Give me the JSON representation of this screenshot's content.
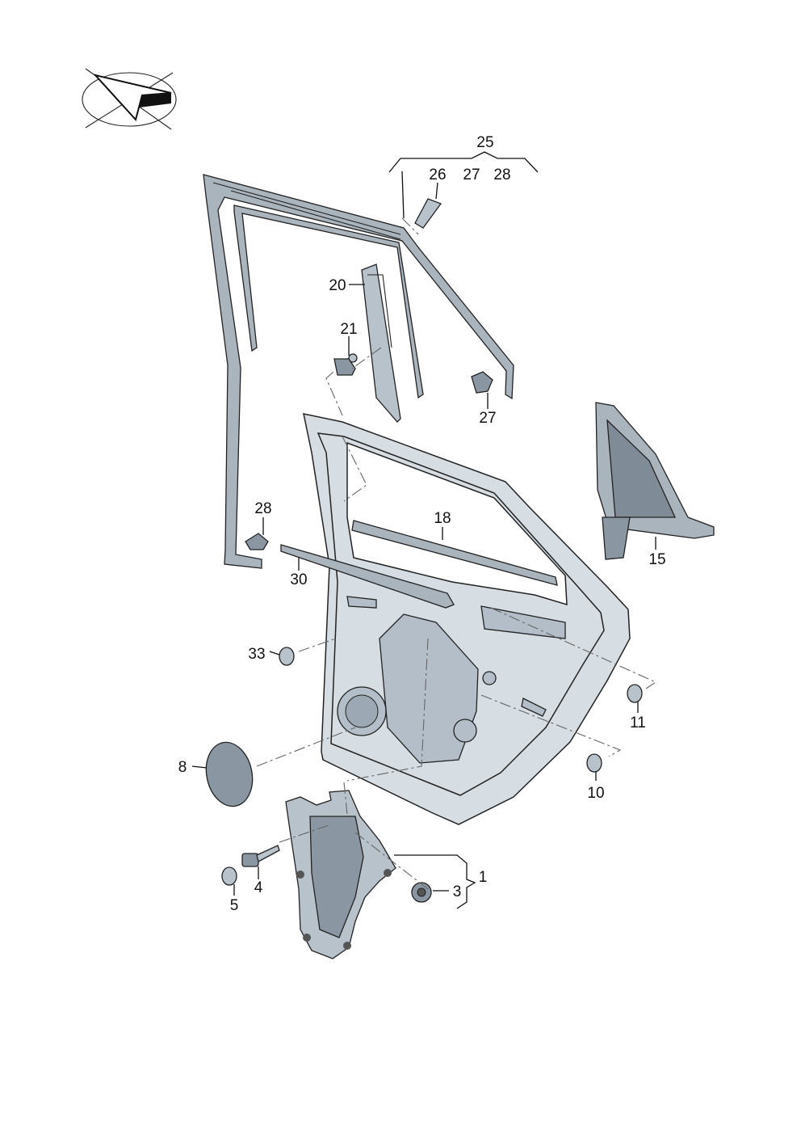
{
  "labels": {
    "l1": "1",
    "l3": "3",
    "l4": "4",
    "l5": "5",
    "l8": "8",
    "l10": "10",
    "l11": "11",
    "l15": "15",
    "l18": "18",
    "l20": "20",
    "l21": "21",
    "l25": "25",
    "l26": "26",
    "l27a": "27",
    "l28a": "28",
    "l27b": "27",
    "l28b": "28",
    "l30": "30",
    "l33": "33"
  },
  "icons": {
    "orientation": "direction-arrow-icon"
  },
  "colors": {
    "panel": "#d6dde3",
    "part": "#b8c2cb",
    "dark": "#7f8b96"
  }
}
